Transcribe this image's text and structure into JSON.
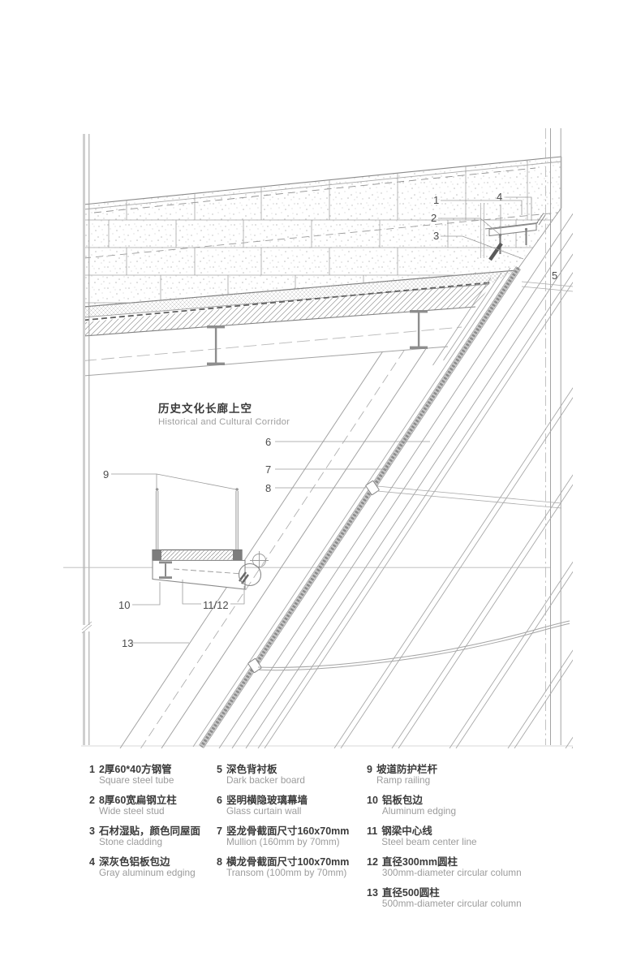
{
  "drawing": {
    "area_label_zh": "历史文化长廊上空",
    "area_label_en": "Historical and Cultural Corridor",
    "callout_numbers": {
      "c1": "1",
      "c2": "2",
      "c3": "3",
      "c4": "4",
      "c5": "5",
      "c6": "6",
      "c7": "7",
      "c8": "8",
      "c9": "9",
      "c10": "10",
      "c11_12": "11/12",
      "c13": "13"
    }
  },
  "legend": {
    "columns": [
      {
        "items": [
          {
            "no": "1",
            "zh": "2厚60*40方钢管",
            "en": "Square steel tube"
          },
          {
            "no": "2",
            "zh": "8厚60宽扁钢立柱",
            "en": "Wide steel stud"
          },
          {
            "no": "3",
            "zh": "石材湿贴，颜色同屋面",
            "en": "Stone cladding"
          },
          {
            "no": "4",
            "zh": "深灰色铝板包边",
            "en": "Gray aluminum edging"
          }
        ]
      },
      {
        "items": [
          {
            "no": "5",
            "zh": "深色背衬板",
            "en": "Dark backer board"
          },
          {
            "no": "6",
            "zh": "竖明横隐玻璃幕墙",
            "en": "Glass curtain wall"
          },
          {
            "no": "7",
            "zh": "竖龙骨截面尺寸160x70mm",
            "en": "Mullion (160mm by 70mm)"
          },
          {
            "no": "8",
            "zh": "横龙骨截面尺寸100x70mm",
            "en": "Transom (100mm by 70mm)"
          }
        ]
      },
      {
        "items": [
          {
            "no": "9",
            "zh": "坡道防护栏杆",
            "en": "Ramp railing"
          },
          {
            "no": "10",
            "zh": "铝板包边",
            "en": "Aluminum edging"
          },
          {
            "no": "11",
            "zh": "钢梁中心线",
            "en": "Steel beam center line"
          },
          {
            "no": "12",
            "zh": "直径300mm圆柱",
            "en": "300mm-diameter circular column"
          },
          {
            "no": "13",
            "zh": "直径500圆柱",
            "en": "500mm-diameter circular column"
          }
        ]
      }
    ]
  }
}
